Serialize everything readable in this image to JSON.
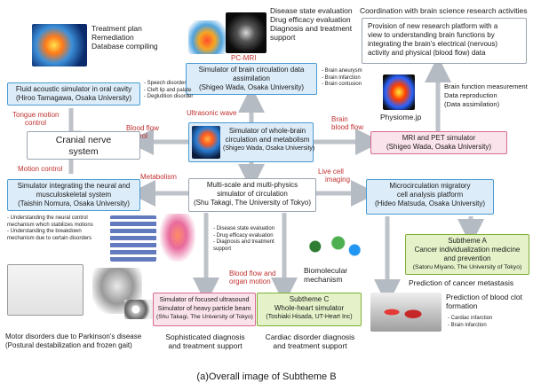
{
  "caption": "(a)Overall image of Subtheme B",
  "top_left": {
    "lines": [
      "Treatment plan",
      "Remediation",
      "Database compiling"
    ]
  },
  "disease_eval": {
    "lines": [
      "Disease state evaluation",
      "Drug efficacy evaluation",
      "Diagnosis and treatment",
      "support"
    ]
  },
  "coordination": {
    "title": "Coordination with brain science research activities",
    "lines": [
      "Provision of new research platform with a",
      "view to understanding brain functions by",
      "integrating the brain's electrical (nervous)",
      "activity and physical (blood flow) data"
    ]
  },
  "pc_mri": "PC-MRI",
  "brain_sim": {
    "lines": [
      "Simulator of brain circulation data",
      "assimilation",
      "(Shigeo Wada, Osaka University)"
    ]
  },
  "brain_notes": [
    "- Brain aneurysm",
    "- Brain infarction",
    "- Brain contusion"
  ],
  "ultrasonic": "Ultrasonic wave",
  "fluid_sim": {
    "lines": [
      "Fluid acoustic simulator in oral cavity",
      "(Hiroo Tamagawa, Osaka University)"
    ]
  },
  "speech_notes": [
    "- Speech disorder",
    "- Cleft lip and palate",
    "- Deglutition disorder"
  ],
  "tongue": [
    "Tongue motion",
    "control"
  ],
  "blood_flow_control": [
    "Blood flow",
    "control"
  ],
  "cranial": [
    "Cranial nerve",
    "system"
  ],
  "motion_control": "Motion control",
  "whole_brain": {
    "lines": [
      "Simulator of whole-brain",
      "circulation and metabolism",
      "(Shigeo Wada, Osaka University)"
    ]
  },
  "brain_blood_flow": [
    "Brain",
    "blood flow"
  ],
  "physiome": "Physiome.jp",
  "brain_func": [
    "Brain function measurement",
    "Data reproduction",
    "(Data assimilation)"
  ],
  "mri_pet": {
    "lines": [
      "MRI and PET simulator",
      "(Shigeo Wada, Osaka University)"
    ]
  },
  "metabolism": "Metabolism",
  "live_cell": [
    "Live cell",
    "imaging"
  ],
  "neural_sim": {
    "lines": [
      "Simulator integrating the neural and",
      "musculoskeletal system",
      "(Taishin Nomura, Osaka University)"
    ]
  },
  "multiscale": {
    "lines": [
      "Multi-scale and multi-physics",
      "simulator of circulation",
      "(Shu Takagi, The University of Tokyo)"
    ]
  },
  "micro": {
    "lines": [
      "Microcirculation migratory",
      "cell analysis platform",
      "(Hideo Matsuda, Osaka University)"
    ]
  },
  "neural_notes": [
    "- Understanding the neural control",
    "  mechanism which stabilizes motions",
    "- Understanding the breakdown",
    "  mechanism due to certain disorders"
  ],
  "multi_notes": [
    "- Disease state evaluation",
    "- Drug efficacy evaluation",
    "- Diagnosis and treatment",
    "  support"
  ],
  "blood_flow_organ": [
    "Blood flow and",
    "organ motion"
  ],
  "biomolecular": [
    "Biomolecular",
    "mechanism"
  ],
  "subtheme_a": {
    "lines": [
      "Subtheme A",
      "Cancer individualization medicine",
      "and prevention",
      "(Satoru Miyano, The University of Tokyo)"
    ]
  },
  "cancer_pred": "Prediction of cancer metastasis",
  "focused": {
    "lines": [
      "Simulator of focused ultrasound",
      "Simulator of heavy particle beam",
      "(Shu Takagi, The University of Tokyo)"
    ]
  },
  "subtheme_c": {
    "lines": [
      "Subtheme C",
      "Whole-heart simulator",
      "(Toshiaki Hisada, UT-Heart Inc)"
    ]
  },
  "clot": {
    "lines": [
      "Prediction of blood clot",
      "formation"
    ]
  },
  "clot_notes": [
    "- Cardiac infarction",
    "- Brain infarction"
  ],
  "sophisticated": [
    "Sophisticated diagnosis",
    "and treatment support"
  ],
  "cardiac": [
    "Cardiac disorder diagnosis",
    "and treatment support"
  ],
  "parkinson": [
    "Motor disorders due to Parkinson's disease",
    "(Postural destabilization and frozen gait)"
  ],
  "colors": {
    "blue": "#4a9bd4",
    "pink": "#d76a93",
    "green": "#7fae33",
    "arrow": "#a9b0b8",
    "red": "#c0302f"
  }
}
